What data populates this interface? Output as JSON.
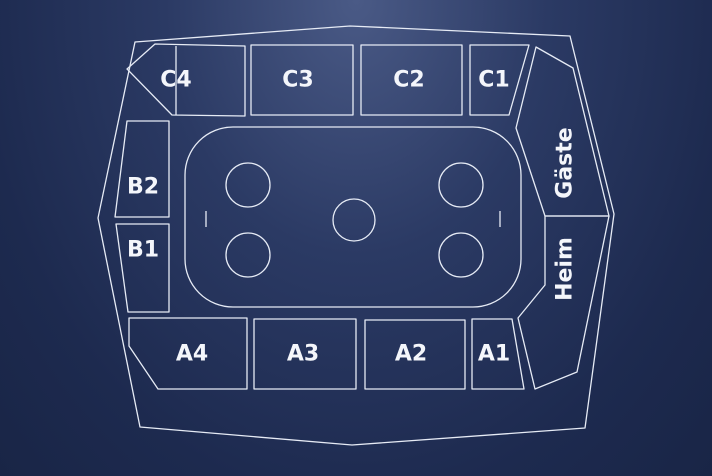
{
  "arena": {
    "blocks": {
      "c4": "C4",
      "c3": "C3",
      "c2": "C2",
      "c1": "C1",
      "b2": "B2",
      "b1": "B1",
      "a4": "A4",
      "a3": "A3",
      "a2": "A2",
      "a1": "A1",
      "gaeste": "Gäste",
      "heim": "Heim"
    }
  },
  "colors": {
    "background": "#243259",
    "line": "#e6ebf5",
    "label": "#f4f6fb"
  }
}
